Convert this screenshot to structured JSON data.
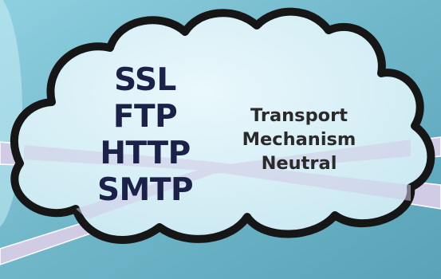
{
  "protocols": {
    "items": [
      "SSL",
      "FTP",
      "HTTP",
      "SMTP"
    ]
  },
  "transport": {
    "lines": [
      "Transport",
      "Mechanism",
      "Neutral"
    ]
  },
  "colors": {
    "background": "#7bbfd1",
    "cloud_fill": "#d4eef7",
    "cloud_outline": "#161616",
    "connection_band": "#d2cbe6",
    "protocol_text": "#1b2148",
    "transport_text": "#2a2a2a"
  }
}
